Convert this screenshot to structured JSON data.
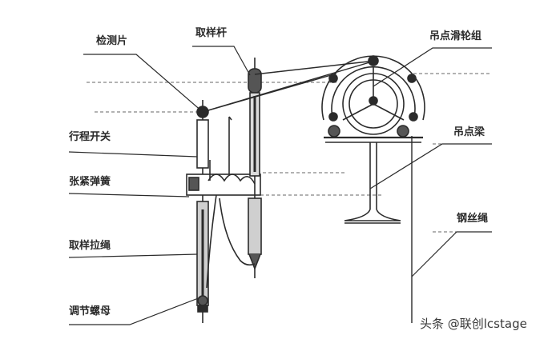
{
  "labels": {
    "detection_piece": "检测片",
    "sampling_rod": "取样杆",
    "hanger_pulley_set": "吊点滑轮组",
    "travel_switch": "行程开关",
    "hanger_beam": "吊点梁",
    "tension_spring": "张紧弹簧",
    "sampling_pull_rope": "取样拉绳",
    "steel_wire_rope": "钢丝绳",
    "adjusting_nut": "调节螺母"
  },
  "watermark": "头条 @联创lcstage",
  "colors": {
    "line": "#2b2b2b",
    "guide": "#555555",
    "background": "#ffffff"
  }
}
